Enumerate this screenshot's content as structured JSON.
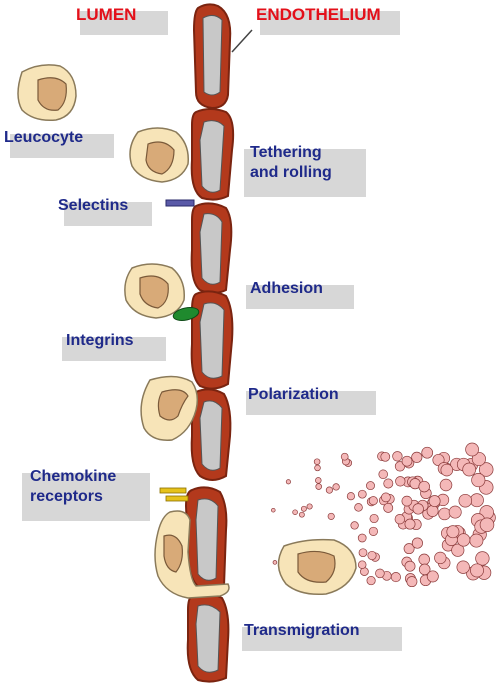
{
  "header": {
    "lumen": "LUMEN",
    "endothelium": "ENDOTHELIUM"
  },
  "labels": {
    "leucocyte": "Leucocyte",
    "selectins": "Selectins",
    "integrins": "Integrins",
    "chemokine_line1": "Chemokine",
    "chemokine_line2": "receptors"
  },
  "steps": {
    "tethering_line1": "Tethering",
    "tethering_line2": "and rolling",
    "adhesion": "Adhesion",
    "polarization": "Polarization",
    "transmigration": "Transmigration"
  },
  "colors": {
    "cell_outline": "#8b2d17",
    "cell_wall": "#b3391c",
    "cell_inner": "#c8c8c8",
    "leucocyte": "#f7e4b8",
    "nucleus": "#d8aa78",
    "selectin": "#5a5aa8",
    "integrin": "#1f8a2e",
    "chemokine": "#e6c21a",
    "chemokine_dot": "#f4b8b8",
    "label_text": "#1f2a8a",
    "title_text": "#e3101a"
  }
}
